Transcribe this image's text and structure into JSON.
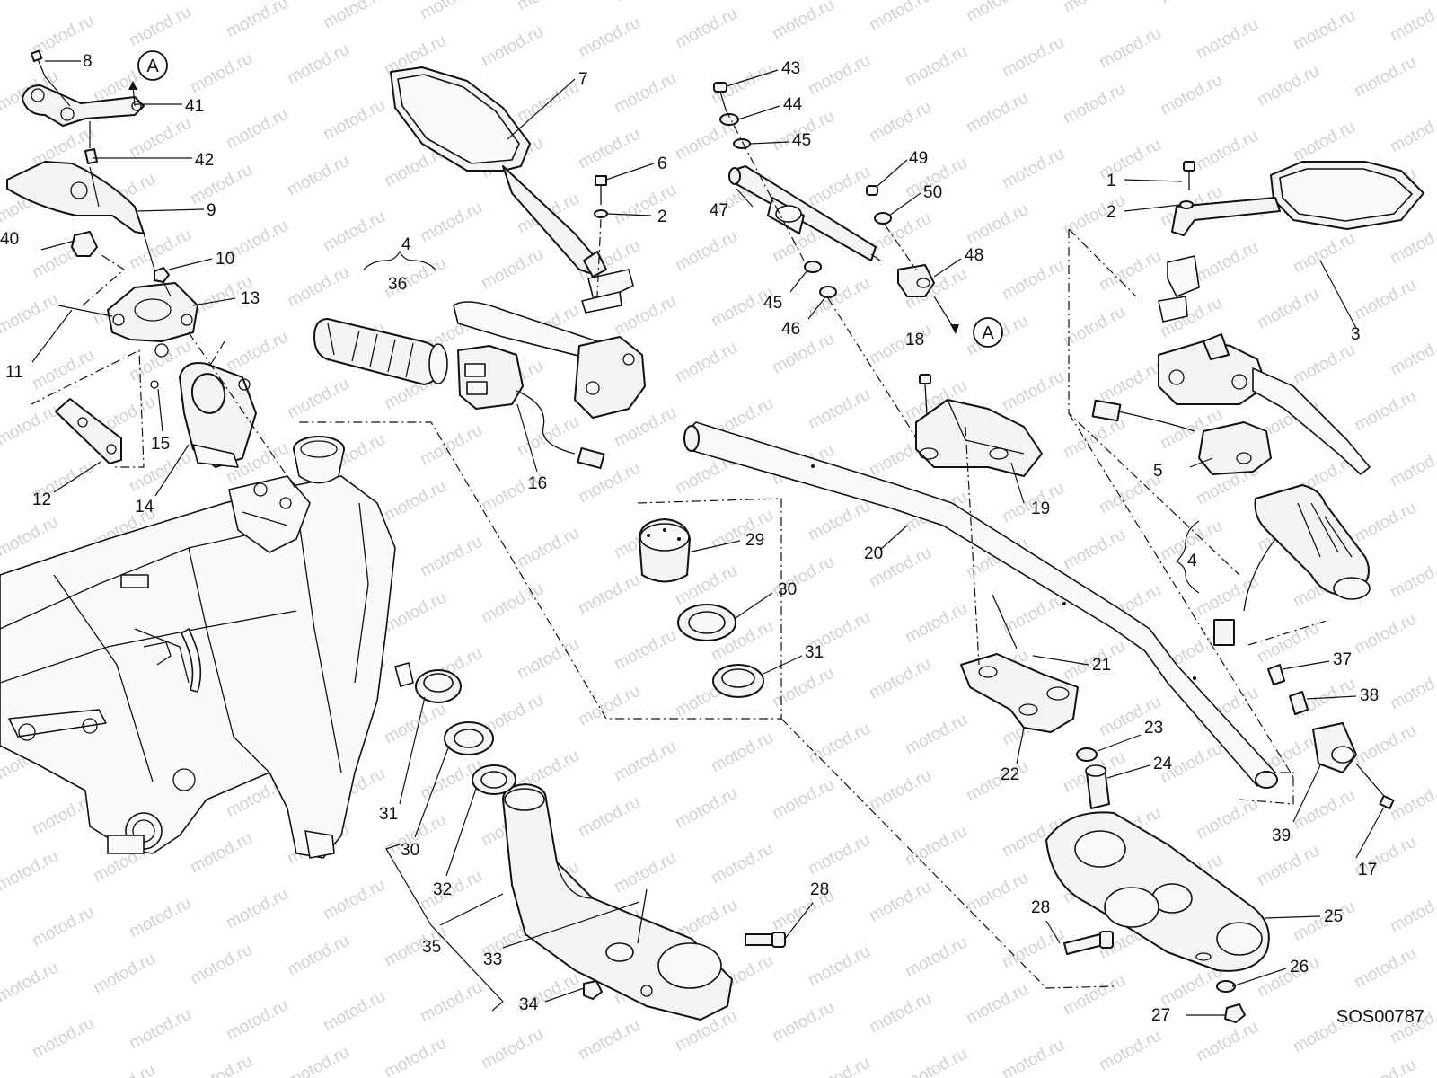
{
  "watermark": "motod.ru",
  "reference_code": "SOS00787",
  "markers": {
    "upper_left": "A",
    "upper_right": "A"
  },
  "callouts": [
    {
      "id": "c8",
      "label": "8"
    },
    {
      "id": "c41",
      "label": "41"
    },
    {
      "id": "c42",
      "label": "42"
    },
    {
      "id": "c9",
      "label": "9"
    },
    {
      "id": "c40",
      "label": "40"
    },
    {
      "id": "c10",
      "label": "10"
    },
    {
      "id": "c13",
      "label": "13"
    },
    {
      "id": "c11",
      "label": "11"
    },
    {
      "id": "c15",
      "label": "15"
    },
    {
      "id": "c12",
      "label": "12"
    },
    {
      "id": "c14",
      "label": "14"
    },
    {
      "id": "c7",
      "label": "7"
    },
    {
      "id": "c6",
      "label": "6"
    },
    {
      "id": "c2a",
      "label": "2"
    },
    {
      "id": "c4a",
      "label": "4"
    },
    {
      "id": "c36",
      "label": "36"
    },
    {
      "id": "c16",
      "label": "16"
    },
    {
      "id": "c43",
      "label": "43"
    },
    {
      "id": "c44",
      "label": "44"
    },
    {
      "id": "c45a",
      "label": "45"
    },
    {
      "id": "c47",
      "label": "47"
    },
    {
      "id": "c49",
      "label": "49"
    },
    {
      "id": "c50",
      "label": "50"
    },
    {
      "id": "c48",
      "label": "48"
    },
    {
      "id": "c45b",
      "label": "45"
    },
    {
      "id": "c46",
      "label": "46"
    },
    {
      "id": "c18",
      "label": "18"
    },
    {
      "id": "c19",
      "label": "19"
    },
    {
      "id": "c1",
      "label": "1"
    },
    {
      "id": "c2b",
      "label": "2"
    },
    {
      "id": "c3",
      "label": "3"
    },
    {
      "id": "c5",
      "label": "5"
    },
    {
      "id": "c4b",
      "label": "4"
    },
    {
      "id": "c29",
      "label": "29"
    },
    {
      "id": "c30a",
      "label": "30"
    },
    {
      "id": "c31a",
      "label": "31"
    },
    {
      "id": "c20",
      "label": "20"
    },
    {
      "id": "c21",
      "label": "21"
    },
    {
      "id": "c37",
      "label": "37"
    },
    {
      "id": "c38",
      "label": "38"
    },
    {
      "id": "c23",
      "label": "23"
    },
    {
      "id": "c22",
      "label": "22"
    },
    {
      "id": "c24",
      "label": "24"
    },
    {
      "id": "c39",
      "label": "39"
    },
    {
      "id": "c17",
      "label": "17"
    },
    {
      "id": "c31b",
      "label": "31"
    },
    {
      "id": "c30b",
      "label": "30"
    },
    {
      "id": "c32",
      "label": "32"
    },
    {
      "id": "c35",
      "label": "35"
    },
    {
      "id": "c33",
      "label": "33"
    },
    {
      "id": "c28a",
      "label": "28"
    },
    {
      "id": "c34",
      "label": "34"
    },
    {
      "id": "c28b",
      "label": "28"
    },
    {
      "id": "c25",
      "label": "25"
    },
    {
      "id": "c26",
      "label": "26"
    },
    {
      "id": "c27",
      "label": "27"
    }
  ]
}
